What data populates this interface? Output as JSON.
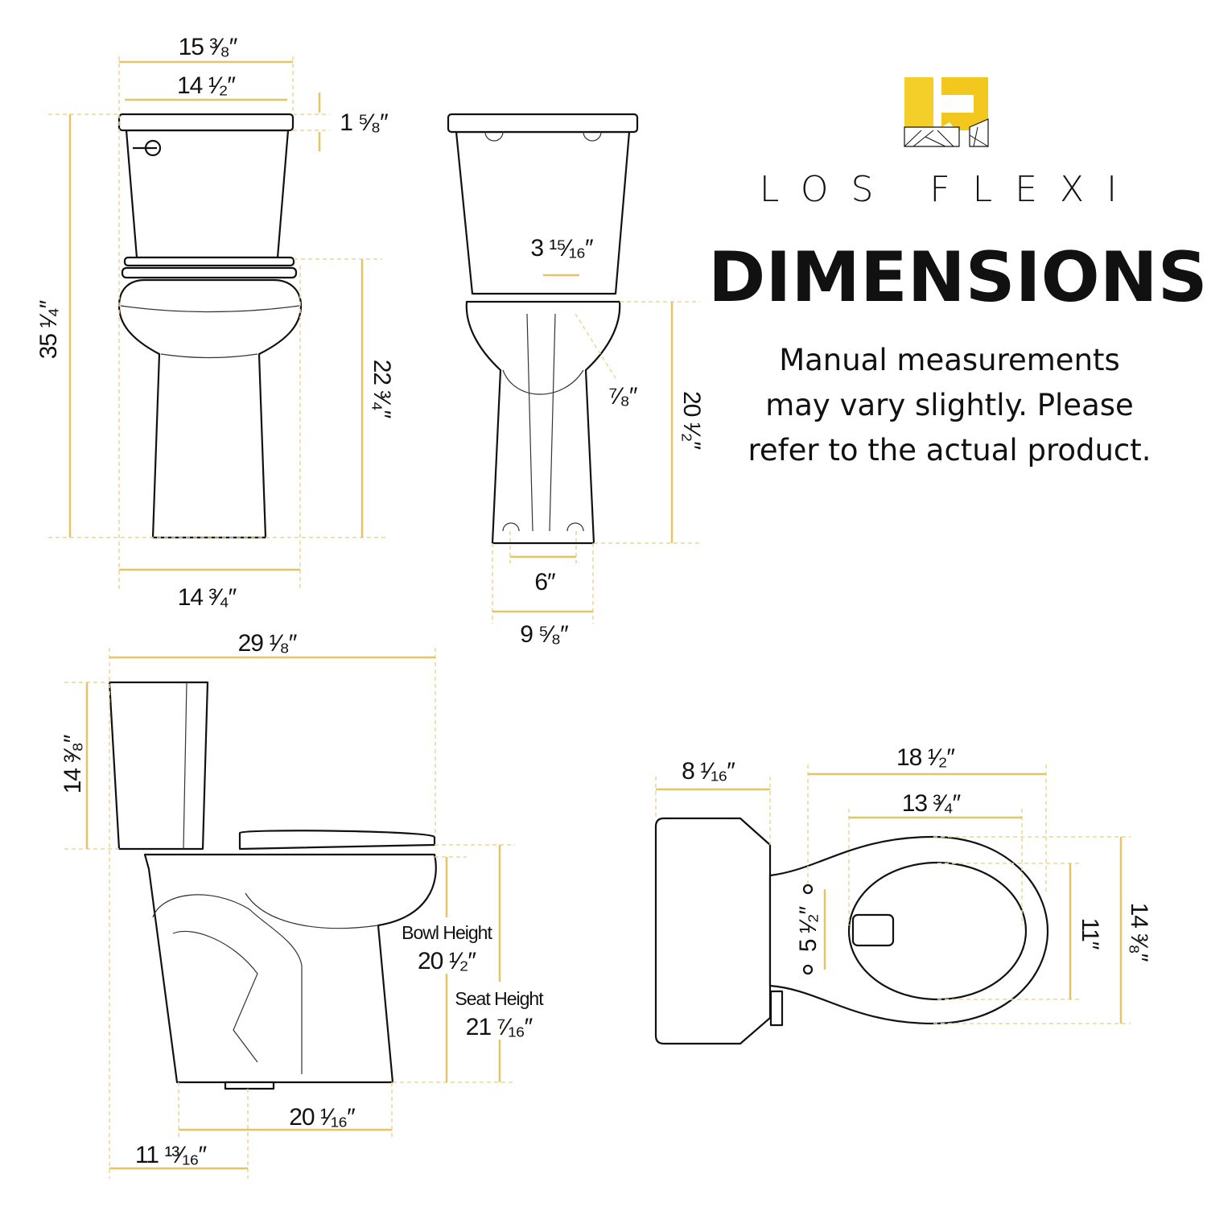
{
  "brand": {
    "logo_text": "LF",
    "name": "LOS FLEXI",
    "title": "DIMENSIONS",
    "note_lines": [
      "Manual measurements",
      "may vary slightly. Please",
      "refer to the actual product."
    ]
  },
  "colors": {
    "dimension_line": "#e3c565",
    "outline": "#111111",
    "logo": "#f2c81e"
  },
  "front_view": {
    "lid_width": "15 ³⁄₈″",
    "tank_width": "14 ¹⁄₂″",
    "lid_thickness": "1 ⁵⁄₈″",
    "total_height": "35 ¹⁄₄″",
    "seat_height": "22 ³⁄₄″",
    "bowl_width": "14 ³⁄₄″"
  },
  "back_view": {
    "bolt_spacing": "3 ¹⁵⁄₁₆″",
    "trapway": "⁷⁄₈″",
    "bowl_height": "20 ¹⁄₂″",
    "foot_inner": "6″",
    "foot_width": "9 ⁵⁄₈″"
  },
  "side_view": {
    "total_depth": "29 ¹⁄₈″",
    "tank_height": "14 ³⁄₈″",
    "bowl_height_label": "Bowl Height",
    "bowl_height": "20 ¹⁄₂″",
    "seat_height_label": "Seat Height",
    "seat_height": "21 ⁷⁄₁₆″",
    "base_depth": "20 ¹⁄₁₆″",
    "rough_in": "11 ¹³⁄₁₆″"
  },
  "top_view": {
    "tank_depth": "8 ¹⁄₁₆″",
    "bowl_length": "18 ¹⁄₂″",
    "opening_length": "13 ³⁄₄″",
    "seat_hinge": "5 ¹⁄₂″",
    "opening_width": "11″",
    "bowl_width": "14 ³⁄₈″"
  }
}
